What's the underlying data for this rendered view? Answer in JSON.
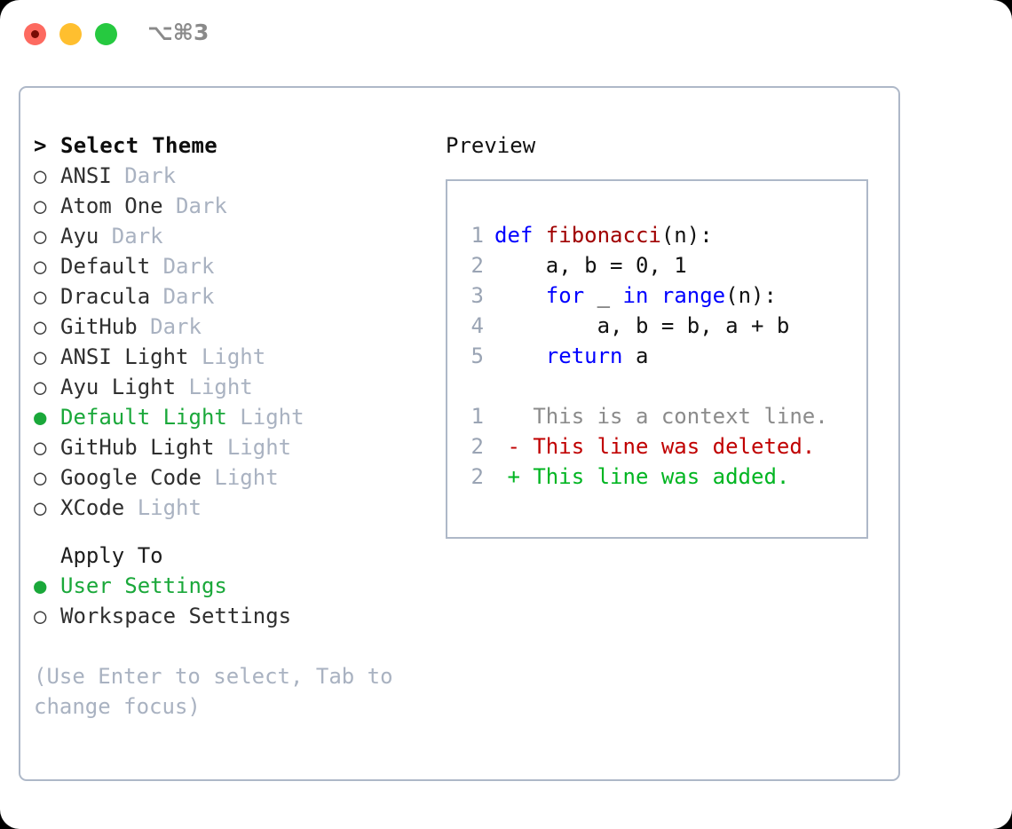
{
  "window": {
    "shortcut": "⌥⌘3",
    "traffic_lights": [
      {
        "name": "close",
        "color": "#fd6a60"
      },
      {
        "name": "minimize",
        "color": "#ffbf2f"
      },
      {
        "name": "maximize",
        "color": "#26c940"
      }
    ]
  },
  "theme_picker": {
    "prompt": ">",
    "title": "Select Theme",
    "bullet_off": "○",
    "bullet_on": "●",
    "items": [
      {
        "label": "ANSI",
        "category": "Dark",
        "selected": false
      },
      {
        "label": "Atom One",
        "category": "Dark",
        "selected": false
      },
      {
        "label": "Ayu",
        "category": "Dark",
        "selected": false
      },
      {
        "label": "Default",
        "category": "Dark",
        "selected": false
      },
      {
        "label": "Dracula",
        "category": "Dark",
        "selected": false
      },
      {
        "label": "GitHub",
        "category": "Dark",
        "selected": false
      },
      {
        "label": "ANSI Light",
        "category": "Light",
        "selected": false
      },
      {
        "label": "Ayu Light",
        "category": "Light",
        "selected": false
      },
      {
        "label": "Default Light",
        "category": "Light",
        "selected": true
      },
      {
        "label": "GitHub Light",
        "category": "Light",
        "selected": false
      },
      {
        "label": "Google Code",
        "category": "Light",
        "selected": false
      },
      {
        "label": "XCode",
        "category": "Light",
        "selected": false
      }
    ]
  },
  "apply_to": {
    "title": "Apply To",
    "options": [
      {
        "label": "User Settings",
        "selected": true
      },
      {
        "label": "Workspace Settings",
        "selected": false
      }
    ]
  },
  "hint": "(Use Enter to select, Tab to change focus)",
  "preview": {
    "title": "Preview",
    "code_lines": [
      {
        "num": "1",
        "tokens": [
          {
            "t": "def ",
            "c": "kw"
          },
          {
            "t": "fibonacci",
            "c": "fn"
          },
          {
            "t": "(n):",
            "c": "plain"
          }
        ]
      },
      {
        "num": "2",
        "tokens": [
          {
            "t": "    a, b = 0, 1",
            "c": "plain"
          }
        ]
      },
      {
        "num": "3",
        "tokens": [
          {
            "t": "    ",
            "c": "plain"
          },
          {
            "t": "for",
            "c": "kw"
          },
          {
            "t": " _ ",
            "c": "plain"
          },
          {
            "t": "in",
            "c": "kw"
          },
          {
            "t": " ",
            "c": "plain"
          },
          {
            "t": "range",
            "c": "kw"
          },
          {
            "t": "(n):",
            "c": "plain"
          }
        ]
      },
      {
        "num": "4",
        "tokens": [
          {
            "t": "        a, b = b, a + b",
            "c": "plain"
          }
        ]
      },
      {
        "num": "5",
        "tokens": [
          {
            "t": "    ",
            "c": "plain"
          },
          {
            "t": "return",
            "c": "kw"
          },
          {
            "t": " a",
            "c": "plain"
          }
        ]
      }
    ],
    "diff_lines": [
      {
        "num": "1",
        "marker": " ",
        "text": "This is a context line.",
        "kind": "ctx"
      },
      {
        "num": "2",
        "marker": "-",
        "text": "This line was deleted.",
        "kind": "del"
      },
      {
        "num": "2",
        "marker": "+",
        "text": "This line was added.",
        "kind": "add"
      }
    ]
  },
  "colors": {
    "accent_green": "#1aa83a",
    "muted": "#a9b2c1",
    "border": "#aeb8c8",
    "keyword": "#0000ff",
    "function": "#a00000",
    "diff_add": "#00b521",
    "diff_del": "#c00000"
  }
}
